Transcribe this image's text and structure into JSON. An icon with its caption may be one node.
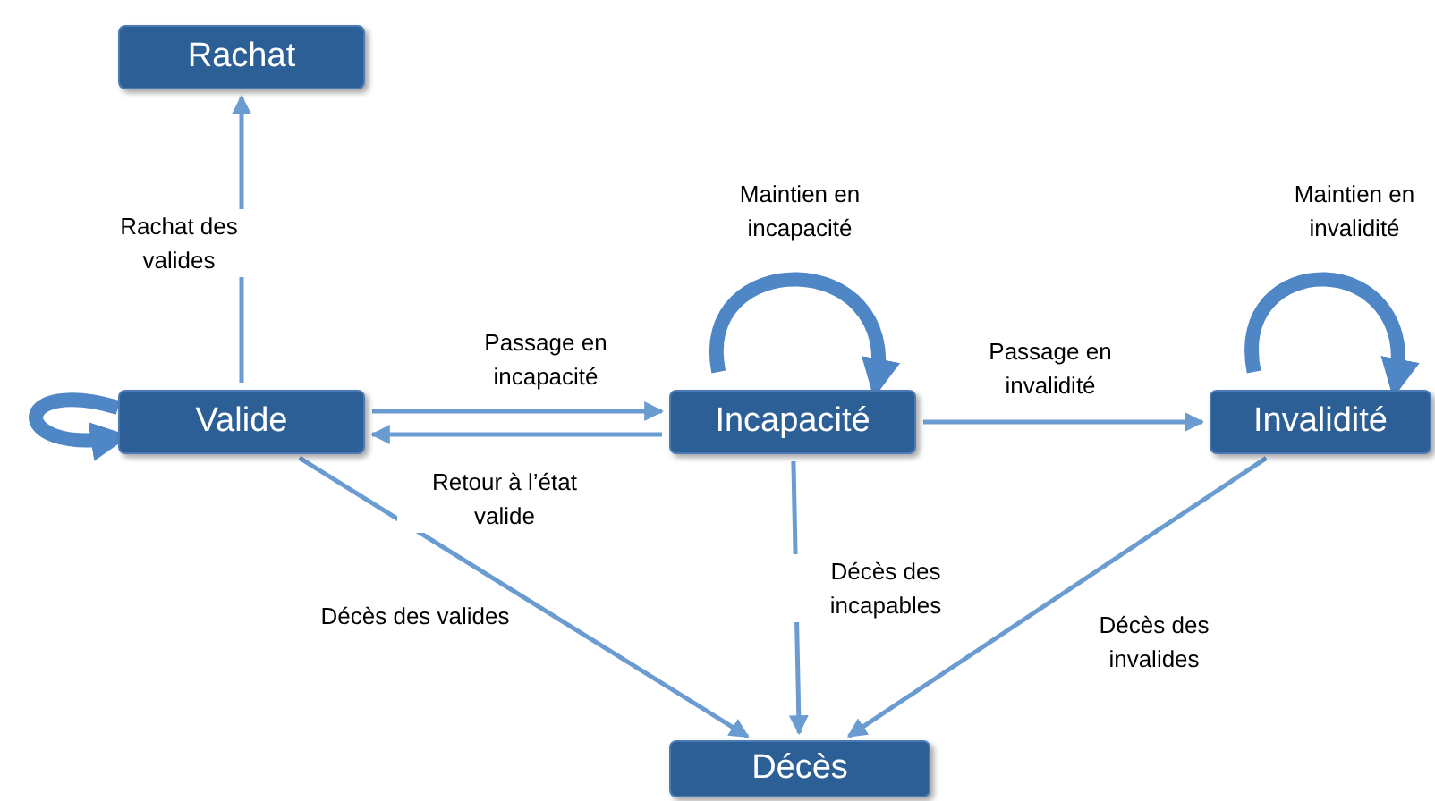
{
  "diagram": {
    "nodes": [
      {
        "text": [
          "Rachat"
        ]
      },
      {
        "text": [
          "Valide"
        ]
      },
      {
        "text": [
          "Incapacité"
        ]
      },
      {
        "text": [
          "Invalidité"
        ]
      },
      {
        "text": [
          "Décès"
        ]
      }
    ],
    "edges": [
      {
        "from": 1,
        "to": 0,
        "arrow": "to",
        "label": "Rachat des valides"
      },
      {
        "from": 1,
        "to": 1,
        "arrow": "to",
        "style": "thick"
      },
      {
        "from": 1,
        "to": 2,
        "arrow": "to",
        "label": "Passage en incapacité"
      },
      {
        "from": 2,
        "to": 1,
        "arrow": "to",
        "label": "Retour à l’état valide"
      },
      {
        "from": 2,
        "to": 2,
        "arrow": "to",
        "style": "thick",
        "label": "Maintien en incapacité"
      },
      {
        "from": 2,
        "to": 3,
        "arrow": "to",
        "label": "Passage en invalidité"
      },
      {
        "from": 3,
        "to": 3,
        "arrow": "to",
        "style": "thick",
        "label": "Maintien en invalidité"
      },
      {
        "from": 1,
        "to": 4,
        "arrow": "to",
        "label": "Décès des valides"
      },
      {
        "from": 2,
        "to": 4,
        "arrow": "to",
        "label": "Décès des incapables"
      },
      {
        "from": 3,
        "to": 4,
        "arrow": "to",
        "label": "Décès des invalides"
      }
    ]
  }
}
